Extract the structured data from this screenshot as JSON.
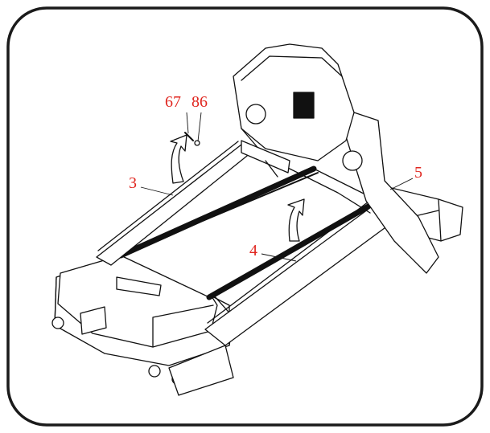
{
  "callouts": [
    {
      "id": "67",
      "label": "67"
    },
    {
      "id": "86",
      "label": "86"
    },
    {
      "id": "3",
      "label": "3"
    },
    {
      "id": "5",
      "label": "5"
    },
    {
      "id": "4",
      "label": "4"
    }
  ],
  "colors": {
    "label": "#e0261f",
    "line": "#111111",
    "frame": "#1a1a1a",
    "belt": "#111111"
  }
}
